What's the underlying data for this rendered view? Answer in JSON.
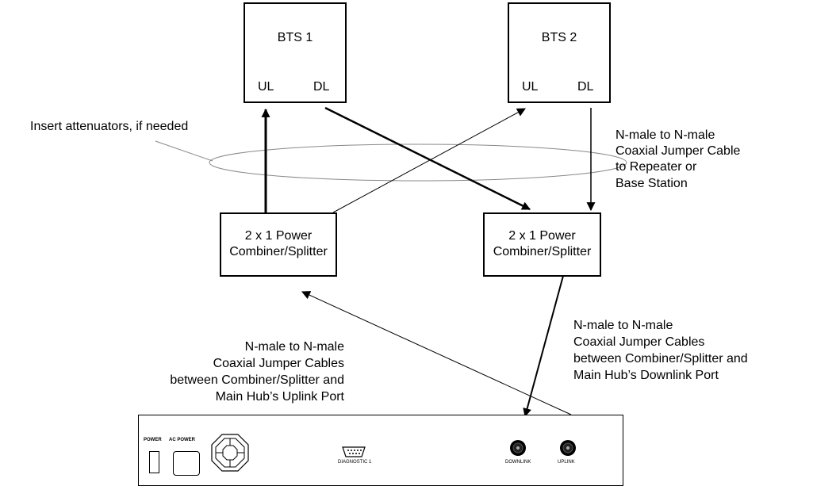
{
  "bts1": {
    "title": "BTS 1",
    "ul": "UL",
    "dl": "DL"
  },
  "bts2": {
    "title": "BTS 2",
    "ul": "UL",
    "dl": "DL"
  },
  "combiner_left": {
    "line1": "2 x 1 Power",
    "line2": "Combiner/Splitter"
  },
  "combiner_right": {
    "line1": "2 x 1 Power",
    "line2": "Combiner/Splitter"
  },
  "annotations": {
    "attenuators": "Insert attenuators, if needed",
    "jumper_top": [
      "N-male to N-male",
      "Coaxial Jumper Cable",
      "to Repeater or",
      "Base Station"
    ],
    "jumper_uplink": [
      "N-male to N-male",
      "Coaxial Jumper Cables",
      "between Combiner/Splitter and",
      "Main Hub’s Uplink Port"
    ],
    "jumper_downlink": [
      "N-male to N-male",
      "Coaxial Jumper Cables",
      "between Combiner/Splitter and",
      "Main Hub’s Downlink Port"
    ]
  },
  "hub_panel": {
    "power": "POWER",
    "ac_power": "AC POWER",
    "diagnostic": "DIAGNOSTIC 1",
    "downlink": "DOWNLINK",
    "uplink": "UPLINK"
  }
}
